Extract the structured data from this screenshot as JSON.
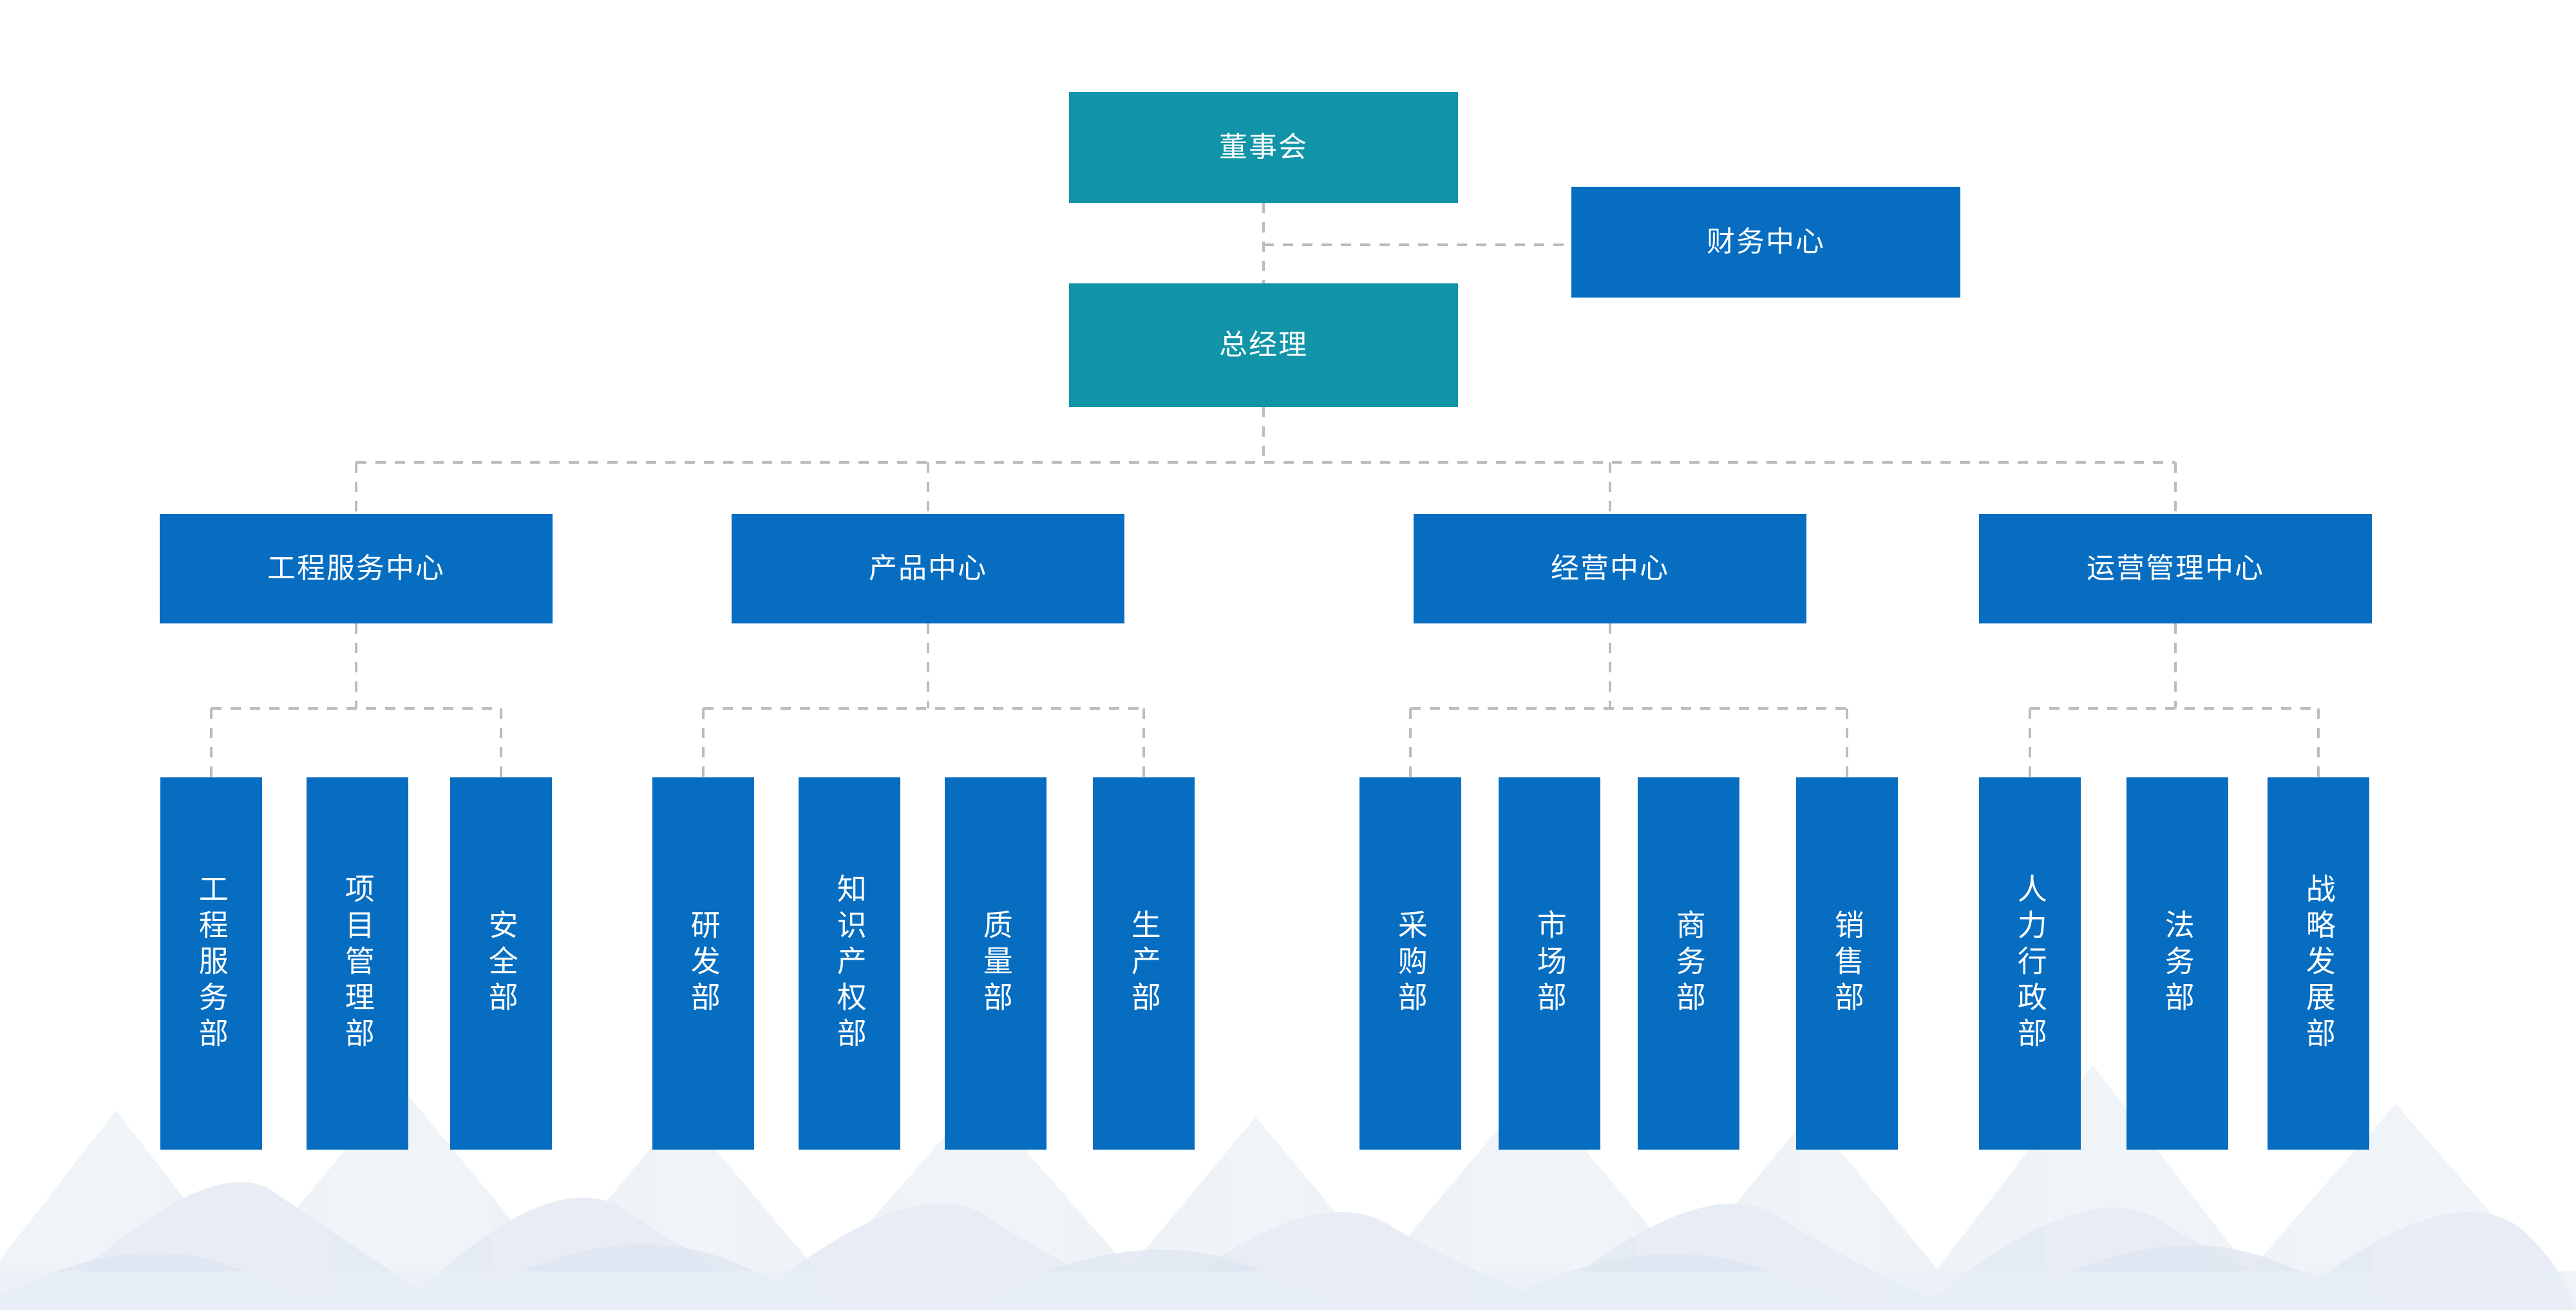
{
  "chart_title": "",
  "colors": {
    "teal": "#1193a8",
    "blue": "#066dc1",
    "connector": "#b9bcc0",
    "text": "#ffffff",
    "background": "#ffffff",
    "decor_light": "#eef2f7",
    "decor_mid": "#e4eaf2"
  },
  "org": {
    "board": {
      "label": "董事会"
    },
    "general_manager": {
      "label": "总经理"
    },
    "finance": {
      "label": "财务中心"
    },
    "centers": [
      {
        "label": "工程服务中心",
        "departments": [
          {
            "label": "工程服务部"
          },
          {
            "label": "项目管理部"
          },
          {
            "label": "安全部"
          }
        ]
      },
      {
        "label": "产品中心",
        "departments": [
          {
            "label": "研发部"
          },
          {
            "label": "知识产权部"
          },
          {
            "label": "质量部"
          },
          {
            "label": "生产部"
          }
        ]
      },
      {
        "label": "经营中心",
        "departments": [
          {
            "label": "采购部"
          },
          {
            "label": "市场部"
          },
          {
            "label": "商务部"
          },
          {
            "label": "销售部"
          }
        ]
      },
      {
        "label": "运营管理中心",
        "departments": [
          {
            "label": "人力行政部"
          },
          {
            "label": "法务部"
          },
          {
            "label": "战略发展部"
          }
        ]
      }
    ]
  }
}
